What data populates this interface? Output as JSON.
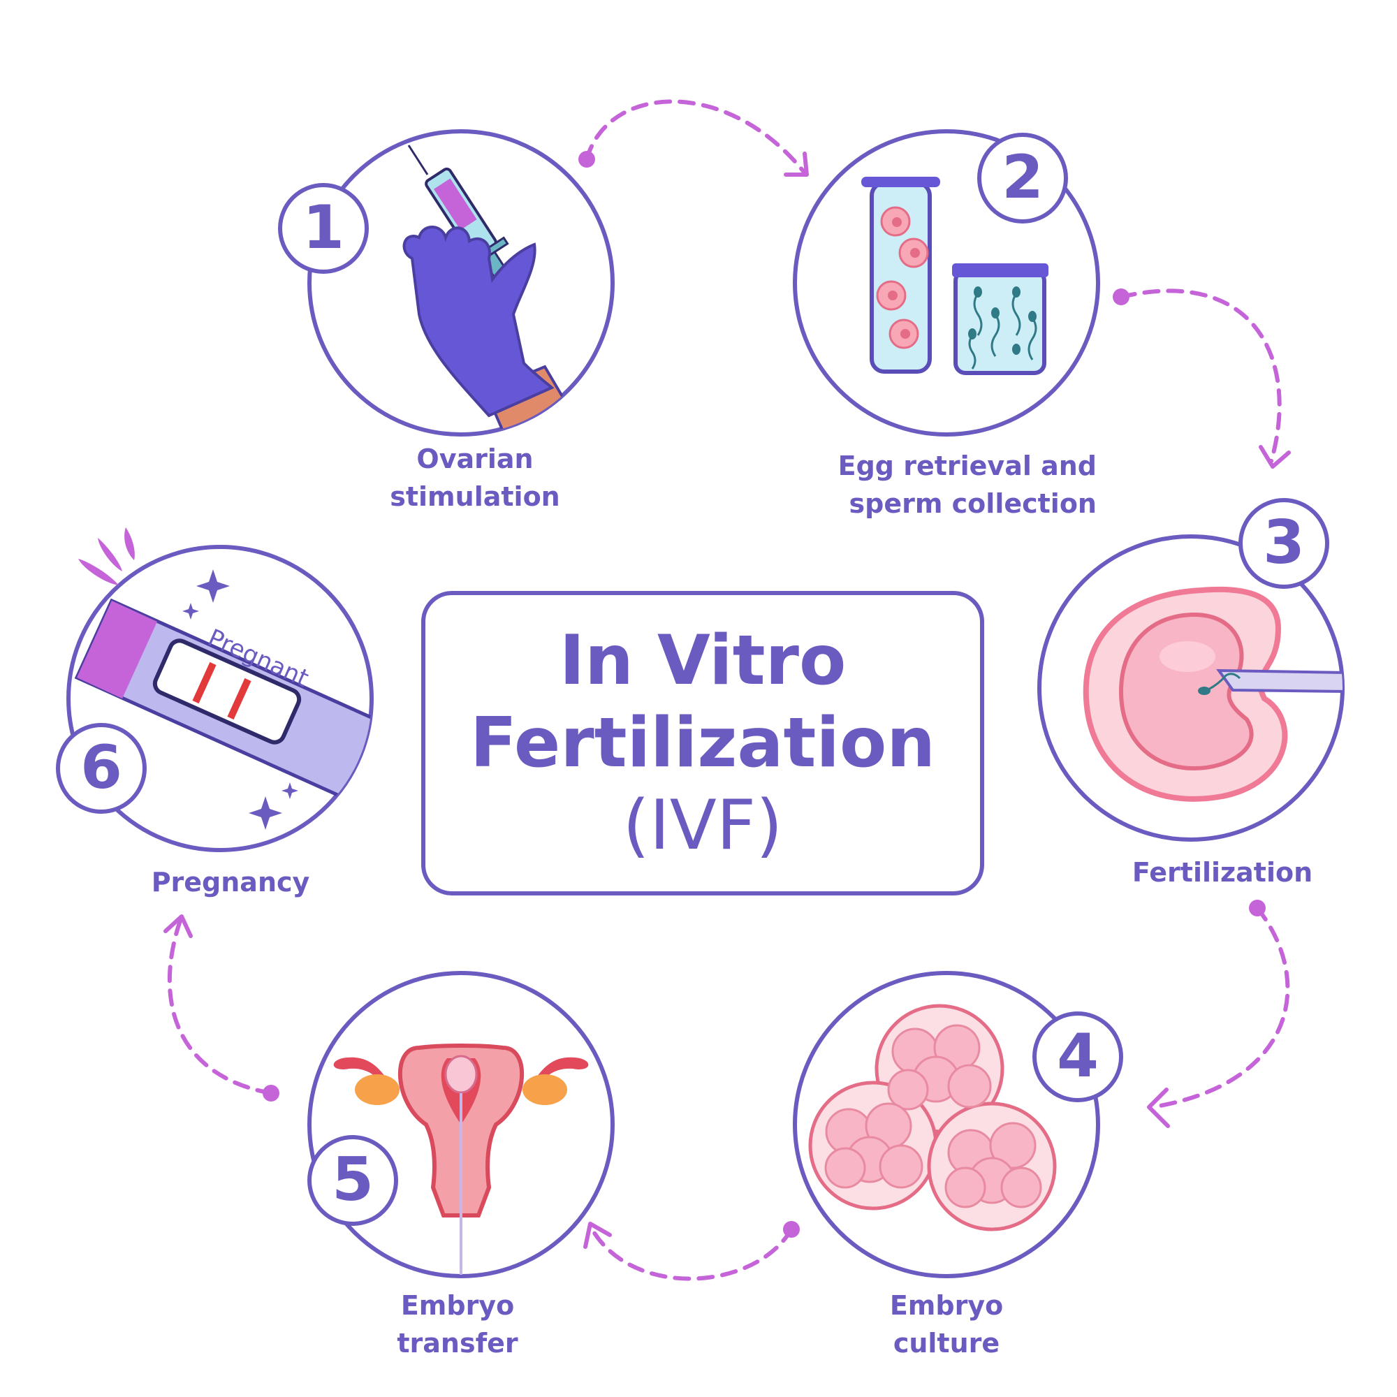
{
  "title": {
    "line1": "In Vitro",
    "line2": "Fertilization",
    "line3": "(IVF)"
  },
  "steps": [
    {
      "number": "1",
      "label_line1": "Ovarian",
      "label_line2": "stimulation",
      "icon": "syringe-glove-icon"
    },
    {
      "number": "2",
      "label_line1": "Egg retrieval and",
      "label_line2": "sperm collection",
      "icon": "test-tubes-icon"
    },
    {
      "number": "3",
      "label_line1": "Fertilization",
      "icon": "egg-sperm-injection-icon"
    },
    {
      "number": "4",
      "label_line1": "Embryo",
      "label_line2": "culture",
      "icon": "embryo-cells-icon"
    },
    {
      "number": "5",
      "label_line1": "Embryo",
      "label_line2": "transfer",
      "icon": "uterus-icon"
    },
    {
      "number": "6",
      "label_line1": "Pregnancy",
      "icon": "pregnancy-test-icon",
      "test_text": "Pregnant"
    }
  ],
  "colors": {
    "primary": "#6a5bc0",
    "accent_purple": "#c563d8",
    "pink": "#f48fa6",
    "glove": "#6557d6"
  }
}
